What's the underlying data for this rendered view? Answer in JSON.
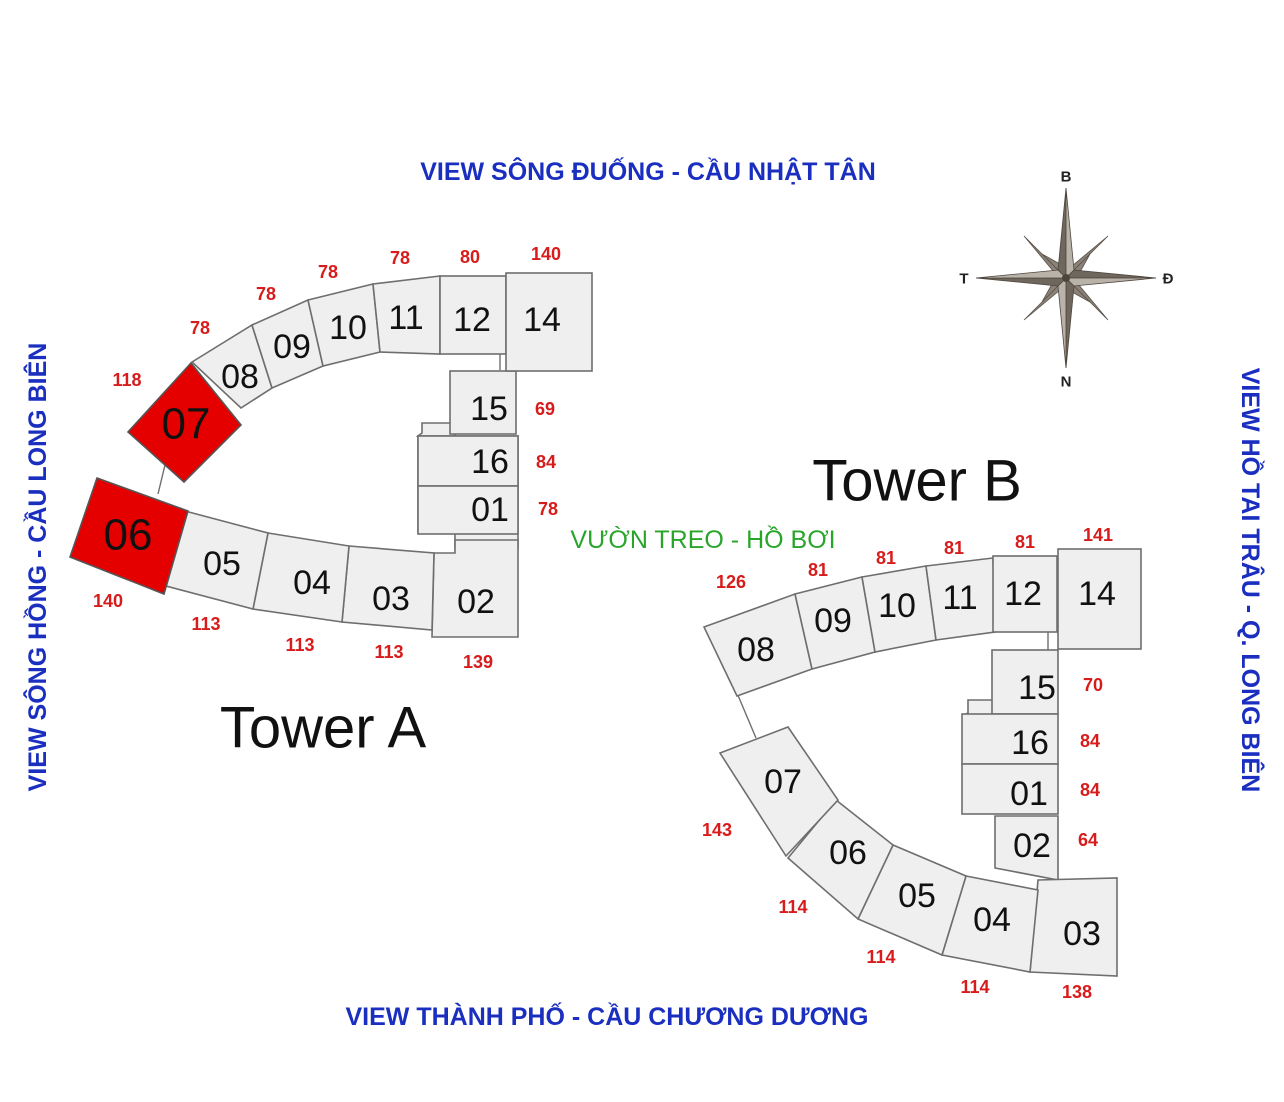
{
  "views": {
    "north": "VIEW SÔNG ĐUỐNG - CẦU NHẬT TÂN",
    "south": "VIEW THÀNH PHỐ - CẦU CHƯƠNG DƯƠNG",
    "west": "VIEW SÔNG HỒNG - CẦU LONG BIÊN",
    "east": "VIEW HỒ TAI TRÂU - Q. LONG BIÊN"
  },
  "center_label": "VƯỜN TREO - HỒ BƠI",
  "compass": {
    "north": "B",
    "south": "N",
    "west": "T",
    "east": "Đ"
  },
  "colors": {
    "view_text": "#1a2fc0",
    "area_text": "#d81b1b",
    "center_text": "#2aa52a",
    "highlight": "#e50000"
  },
  "tower_a": {
    "name": "Tower A",
    "units": [
      {
        "id": "01",
        "area": "78",
        "highlight": false
      },
      {
        "id": "02",
        "area": "139",
        "highlight": false
      },
      {
        "id": "03",
        "area": "113",
        "highlight": false
      },
      {
        "id": "04",
        "area": "113",
        "highlight": false
      },
      {
        "id": "05",
        "area": "113",
        "highlight": false
      },
      {
        "id": "06",
        "area": "140",
        "highlight": true
      },
      {
        "id": "07",
        "area": "118",
        "highlight": true
      },
      {
        "id": "08",
        "area": "78",
        "highlight": false
      },
      {
        "id": "09",
        "area": "78",
        "highlight": false
      },
      {
        "id": "10",
        "area": "78",
        "highlight": false
      },
      {
        "id": "11",
        "area": "78",
        "highlight": false
      },
      {
        "id": "12",
        "area": "80",
        "highlight": false
      },
      {
        "id": "14",
        "area": "140",
        "highlight": false
      },
      {
        "id": "15",
        "area": "69",
        "highlight": false
      },
      {
        "id": "16",
        "area": "84",
        "highlight": false
      }
    ]
  },
  "tower_b": {
    "name": "Tower B",
    "units": [
      {
        "id": "01",
        "area": "84",
        "highlight": false
      },
      {
        "id": "02",
        "area": "64",
        "highlight": false
      },
      {
        "id": "03",
        "area": "138",
        "highlight": false
      },
      {
        "id": "04",
        "area": "114",
        "highlight": false
      },
      {
        "id": "05",
        "area": "114",
        "highlight": false
      },
      {
        "id": "06",
        "area": "114",
        "highlight": false
      },
      {
        "id": "07",
        "area": "143",
        "highlight": false
      },
      {
        "id": "08",
        "area": "126",
        "highlight": false
      },
      {
        "id": "09",
        "area": "81",
        "highlight": false
      },
      {
        "id": "10",
        "area": "81",
        "highlight": false
      },
      {
        "id": "11",
        "area": "81",
        "highlight": false
      },
      {
        "id": "12",
        "area": "81",
        "highlight": false
      },
      {
        "id": "14",
        "area": "141",
        "highlight": false
      },
      {
        "id": "15",
        "area": "70",
        "highlight": false
      },
      {
        "id": "16",
        "area": "84",
        "highlight": false
      }
    ]
  }
}
